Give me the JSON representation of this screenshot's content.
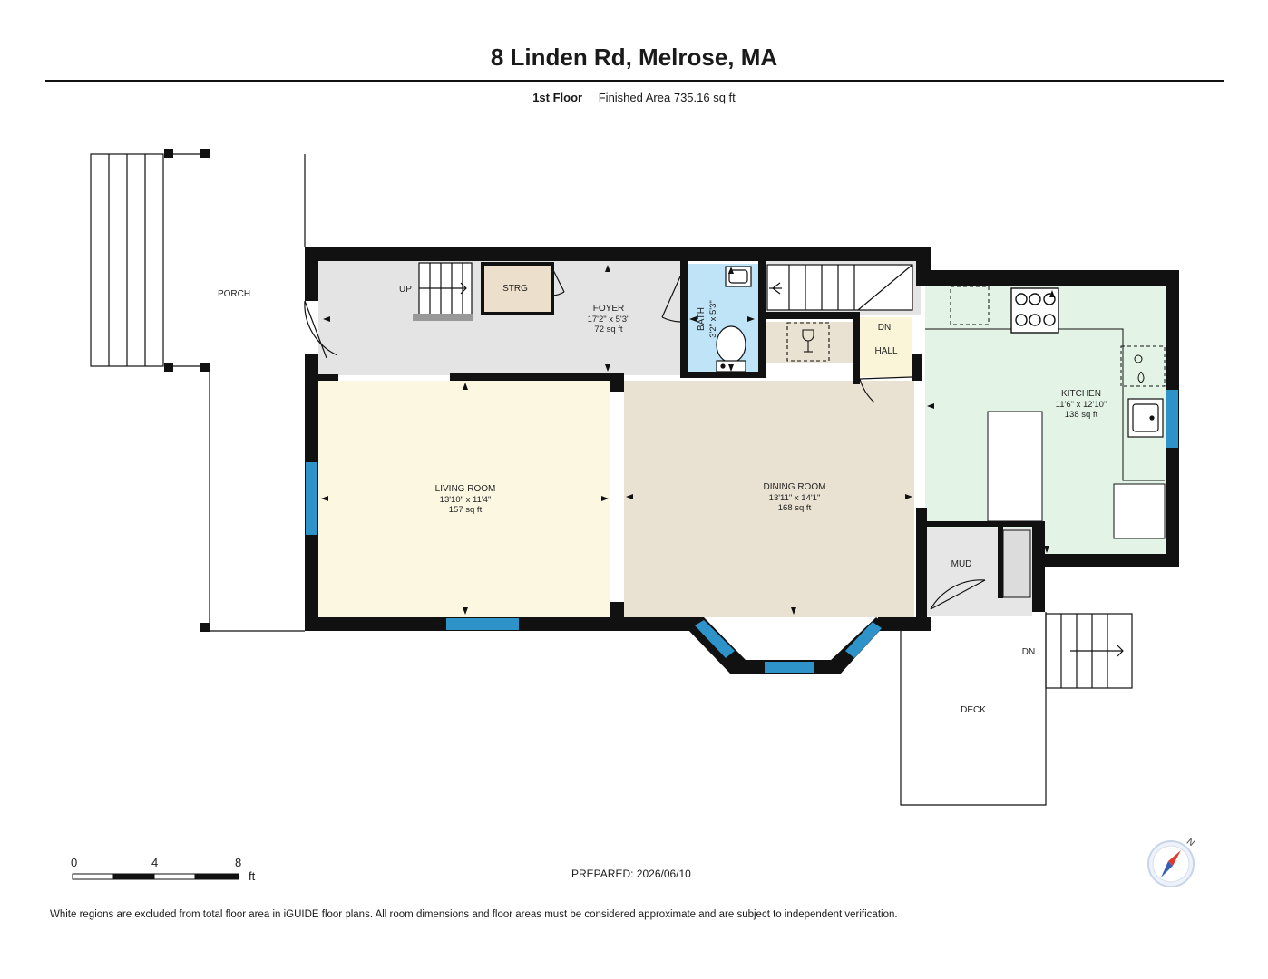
{
  "header": {
    "title": "8 Linden Rd, Melrose, MA",
    "floor_name": "1st Floor",
    "finished_area": "Finished Area 735.16 sq ft"
  },
  "rooms": {
    "porch": {
      "name": "PORCH"
    },
    "foyer": {
      "name": "FOYER",
      "dims": "17'2\" x 5'3\"",
      "area": "72 sq ft"
    },
    "strg": {
      "name": "STRG"
    },
    "bath": {
      "name": "BATH",
      "dims": "3'2\" x 5'3\""
    },
    "hall": {
      "name": "HALL"
    },
    "kitchen": {
      "name": "KITCHEN",
      "dims": "11'6\" x 12'10\"",
      "area": "138 sq ft"
    },
    "living": {
      "name": "LIVING ROOM",
      "dims": "13'10\" x 11'4\"",
      "area": "157 sq ft"
    },
    "dining": {
      "name": "DINING ROOM",
      "dims": "13'11\" x 14'1\"",
      "area": "168 sq ft"
    },
    "mud": {
      "name": "MUD"
    },
    "deck": {
      "name": "DECK"
    }
  },
  "stairs": {
    "up_label": "UP",
    "dn_hall_label": "DN",
    "dn_deck_label": "DN"
  },
  "scale": {
    "ticks": [
      "0",
      "4",
      "8"
    ],
    "unit": "ft"
  },
  "footer": {
    "prepared": "PREPARED: 2026/06/10",
    "disclaimer": "White regions are excluded from total floor area in iGUIDE floor plans. All room dimensions and floor areas must be considered approximate and are subject to independent verification."
  },
  "colors": {
    "wall": "#111111",
    "foyer": "#e4e4e4",
    "strg": "#ecdfcc",
    "bath": "#bfe3f7",
    "hall": "#faf4d8",
    "kitchen": "#e3f3e6",
    "living": "#fbf7e1",
    "dining": "#e9e1d1",
    "mud": "#e6e6e6",
    "window": "#2d93c9"
  },
  "icons": {
    "compass": "compass-icon",
    "stove": "stove-icon",
    "sink": "sink-icon",
    "toilet": "toilet-icon",
    "wine": "wine-glass-icon"
  }
}
